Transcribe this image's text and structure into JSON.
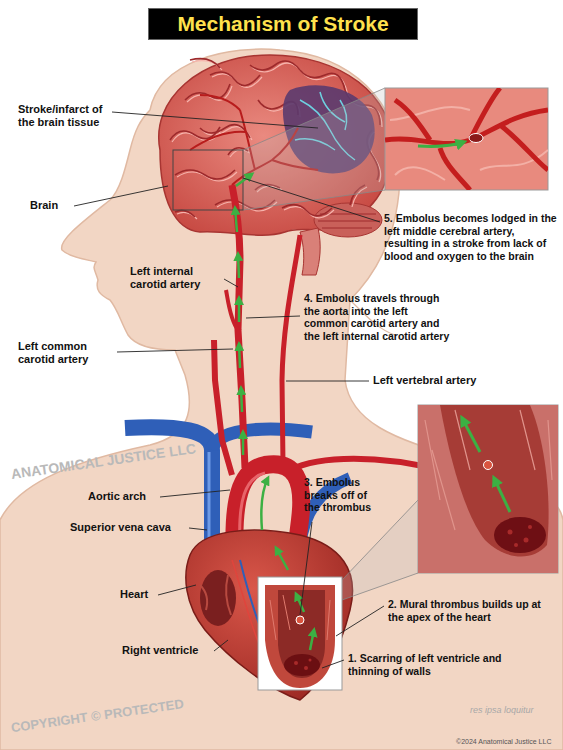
{
  "diagram": {
    "title": "Mechanism of Stroke",
    "labels": [
      "Stroke/infarct of the brain tissue",
      "5. Embolus becomes lodged in the left middle cerebral artery, resulting in a stroke from lack of blood and oxygen to the brain",
      "Brain",
      "Left internal carotid artery",
      "4. Embolus travels through the aorta into the left common carotid artery and the left internal carotid artery",
      "Left common carotid artery",
      "Left vertebral artery",
      "ANATOMICAL JUSTICE LLC",
      "Aortic arch",
      "3. Embolus breaks off of the thrombus",
      "Superior vena cava",
      "Heart",
      "2. Mural thrombus builds up at the apex of the heart",
      "Right ventricle",
      "1. Scarring of left ventricle and thinning of walls",
      "COPYRIGHT © PROTECTED",
      "res ipsa loquitur",
      "©2024 Anatomical Justice LLC"
    ]
  }
}
